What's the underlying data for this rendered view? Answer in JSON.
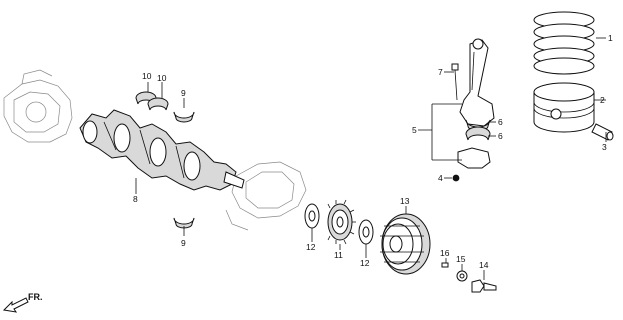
{
  "callouts": {
    "c1": "1",
    "c2": "2",
    "c3": "3",
    "c4": "4",
    "c5": "5",
    "c6a": "6",
    "c6b": "6",
    "c7": "7",
    "c8": "8",
    "c9a": "9",
    "c9b": "9",
    "c10a": "10",
    "c10b": "10",
    "c11": "11",
    "c12a": "12",
    "c12b": "12",
    "c13": "13",
    "c14": "14",
    "c15": "15",
    "c16": "16"
  },
  "direction_label": "FR.",
  "colors": {
    "line": "#111111",
    "shade": "#d9d9d9",
    "ghost": "#8a8a8a"
  }
}
